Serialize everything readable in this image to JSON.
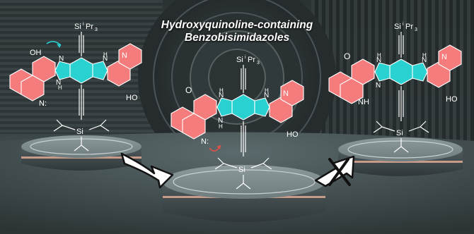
{
  "figure": {
    "title_line1": "Hydroxyquinoline-containing",
    "title_line2": "Benzobisimidazoles"
  },
  "molecules": {
    "left": {
      "silyl_top": "Si",
      "silyl_top_sup": "i",
      "silyl_top_sub": "Pr",
      "silyl_top_sub3": "3",
      "silyl_bottom": "Si",
      "label_oh": "OH",
      "label_n_dot": "N:",
      "label_ho": "HO",
      "label_n1": "N",
      "label_n2": "N",
      "label_n3": "N",
      "label_h1": "H",
      "label_h2": "H",
      "label_n_quin": "N"
    },
    "center": {
      "silyl_top": "Si",
      "silyl_top_sup": "i",
      "silyl_top_sub": "Pr",
      "silyl_top_sub3": "3",
      "silyl_bottom": "Si",
      "label_o": "O",
      "label_n_dot": "N:",
      "label_ho": "HO",
      "label_n1": "N",
      "label_n2": "N",
      "label_n3": "N",
      "label_h1": "H",
      "label_h2": "H",
      "label_h3": "H",
      "label_n_quin": "N"
    },
    "right": {
      "silyl_top": "Si",
      "silyl_top_sup": "i",
      "silyl_top_sub": "Pr",
      "silyl_top_sub3": "3",
      "silyl_bottom": "Si",
      "label_o": "O",
      "label_nh": "NH",
      "label_ho": "HO",
      "label_n1": "N",
      "label_n2": "N",
      "label_n3": "N",
      "label_h1": "H",
      "label_h2": "H",
      "label_n_quin": "N"
    }
  },
  "colors": {
    "core": "#2ad1d1",
    "hydroxyquinoline": "#f47c7c",
    "floor": "#3d4d50",
    "curtain": "#1e2426",
    "pedestal": "#7f8c8e"
  },
  "icons": {
    "forward_arrow": "arrow-icon",
    "blocked_arrow": "crossed-arrow-icon"
  }
}
